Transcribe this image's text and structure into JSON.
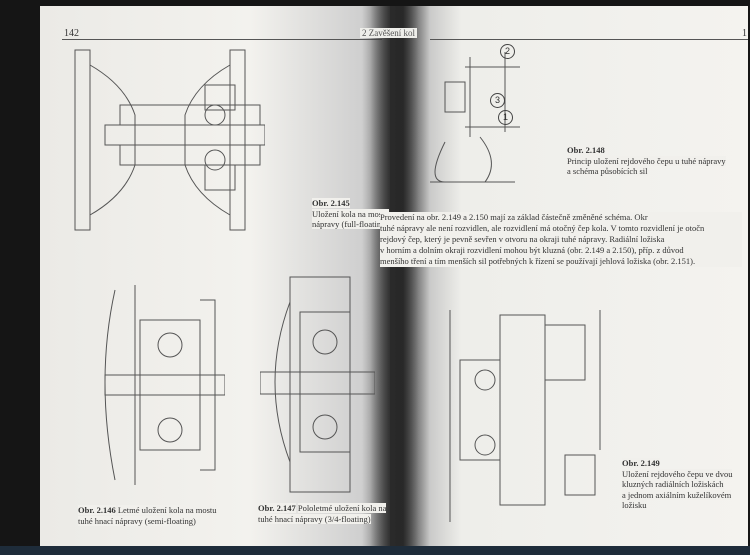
{
  "header": {
    "left_page_number": "142",
    "running_head": "2 Zavěšení kol",
    "right_page_number": "1"
  },
  "figures": [
    {
      "label": "Obr. 2.145",
      "caption_lines": [
        "Uložení kola na mostu",
        "nápravy (full-floating)"
      ]
    },
    {
      "label": "Obr. 2.146",
      "caption_lines": [
        "Letmé uložení kola na mostu",
        "tuhé hnací nápravy (semi-floating)"
      ]
    },
    {
      "label": "Obr. 2.147",
      "caption_lines": [
        "Pololetmé uložení kola na",
        "tuhé hnací nápravy (3/4-floating)"
      ]
    },
    {
      "label": "Obr. 2.148",
      "caption_lines": [
        "Princip uložení rejdového čepu u tuhé nápravy",
        "a schéma působících sil"
      ]
    },
    {
      "label": "Obr. 2.149",
      "caption_lines": [
        "Uložení rejdového čepu ve dvou",
        "kluzných radiálních ložiskách",
        "a jednom axiálním kuželíkovém",
        "ložisku"
      ]
    }
  ],
  "diagram_labels": [
    "2",
    "3",
    "1"
  ],
  "body_text": [
    "Provedení na obr. 2.149 a 2.150 mají za základ částečně změněné schéma. Okr",
    "tuhé nápravy ale není rozvidlen, ale rozvidlení má otočný čep kola. V tomto rozvidlení je otočn",
    "rejdový čep, který je pevně sevřen v otvoru na okraji tuhé nápravy. Radiální ložiska",
    "v horním a dolním okraji rozvidlení mohou být kluzná (obr. 2.149 a 2.150), příp. z důvod",
    "menšího tření a tím menších sil potřebných k řízení se používají jehlová ložiska (obr. 2.151)."
  ]
}
